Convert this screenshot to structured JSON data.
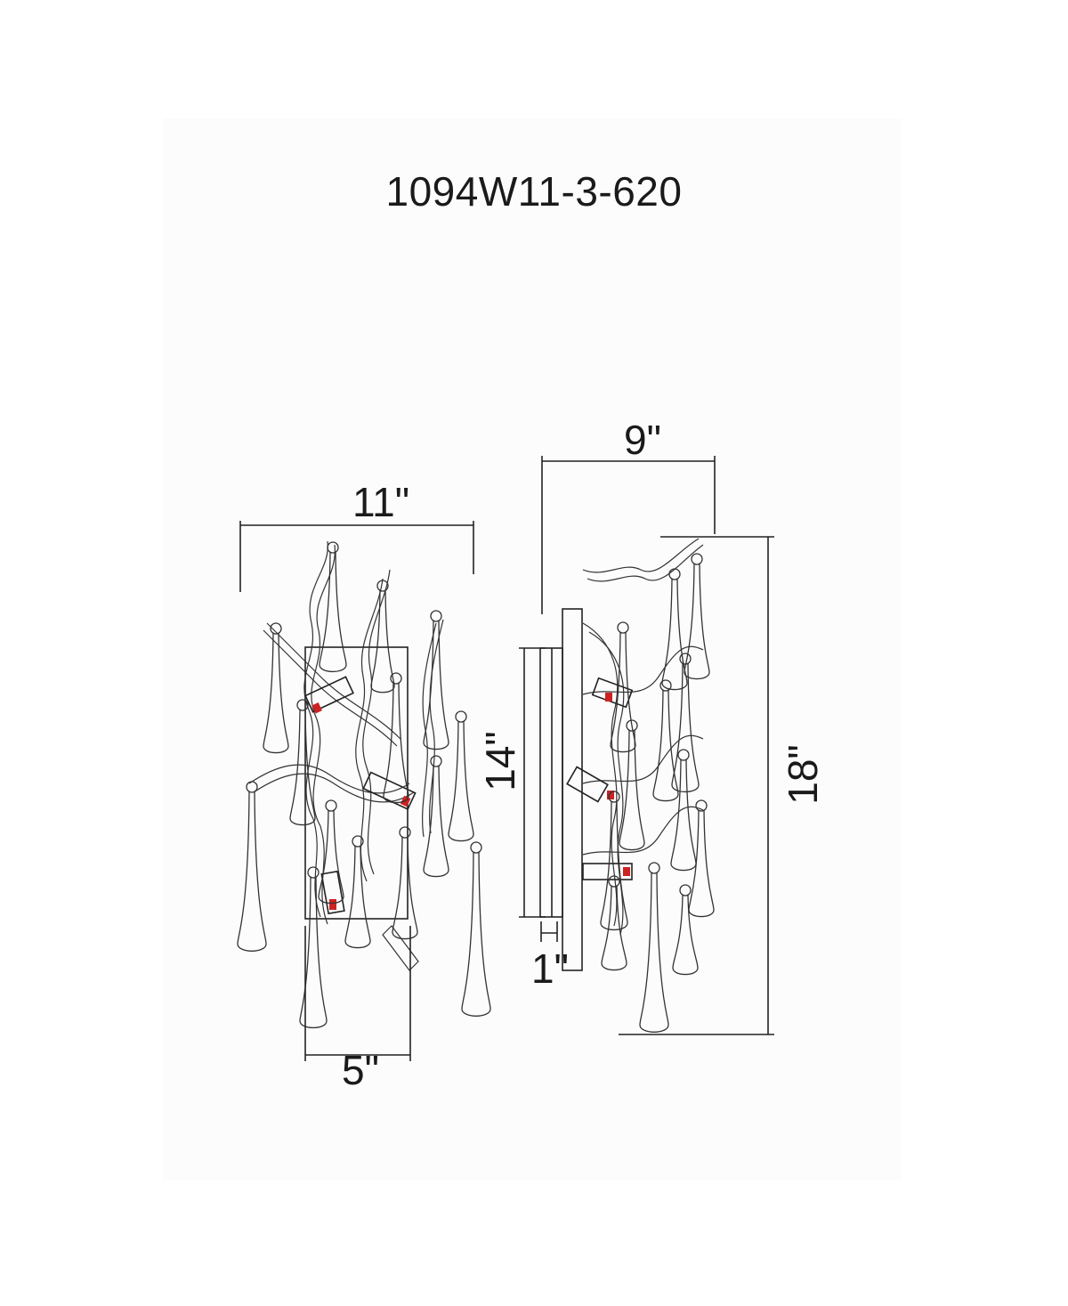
{
  "model_number": "1094W11-3-620",
  "dimensions": {
    "front_width": "11\"",
    "backplate_width": "5\"",
    "side_depth": "9\"",
    "backplate_height": "14\"",
    "overall_height": "18\"",
    "backplate_depth": "1\""
  },
  "colors": {
    "line": "#222222",
    "background": "#fcfcfc",
    "socket_accent": "#cc2222"
  }
}
